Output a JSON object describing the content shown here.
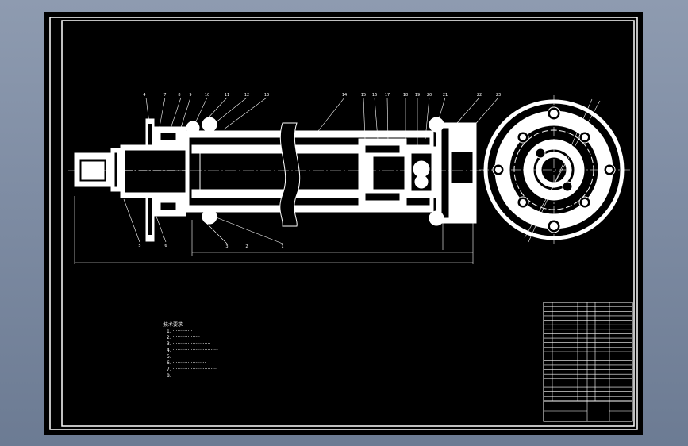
{
  "drawing": {
    "title": "",
    "colors": {
      "background": "#000000",
      "line": "#ffffff",
      "viewport": "#7e8ca3"
    },
    "part_callouts": [
      "1",
      "2",
      "3",
      "4",
      "5",
      "6",
      "7",
      "8",
      "9",
      "10",
      "11",
      "12",
      "13",
      "14",
      "15",
      "16",
      "17",
      "18",
      "19",
      "20",
      "21",
      "22",
      "23"
    ],
    "technical_notes": {
      "heading": "技术要求",
      "lines": [
        "1. ·············",
        "2. ··················",
        "3. ·························",
        "4. ······························",
        "5. ··························",
        "6. ······················",
        "7. ·····························",
        "8. ·········································"
      ]
    },
    "parts_table": {
      "row_count": 22
    }
  }
}
